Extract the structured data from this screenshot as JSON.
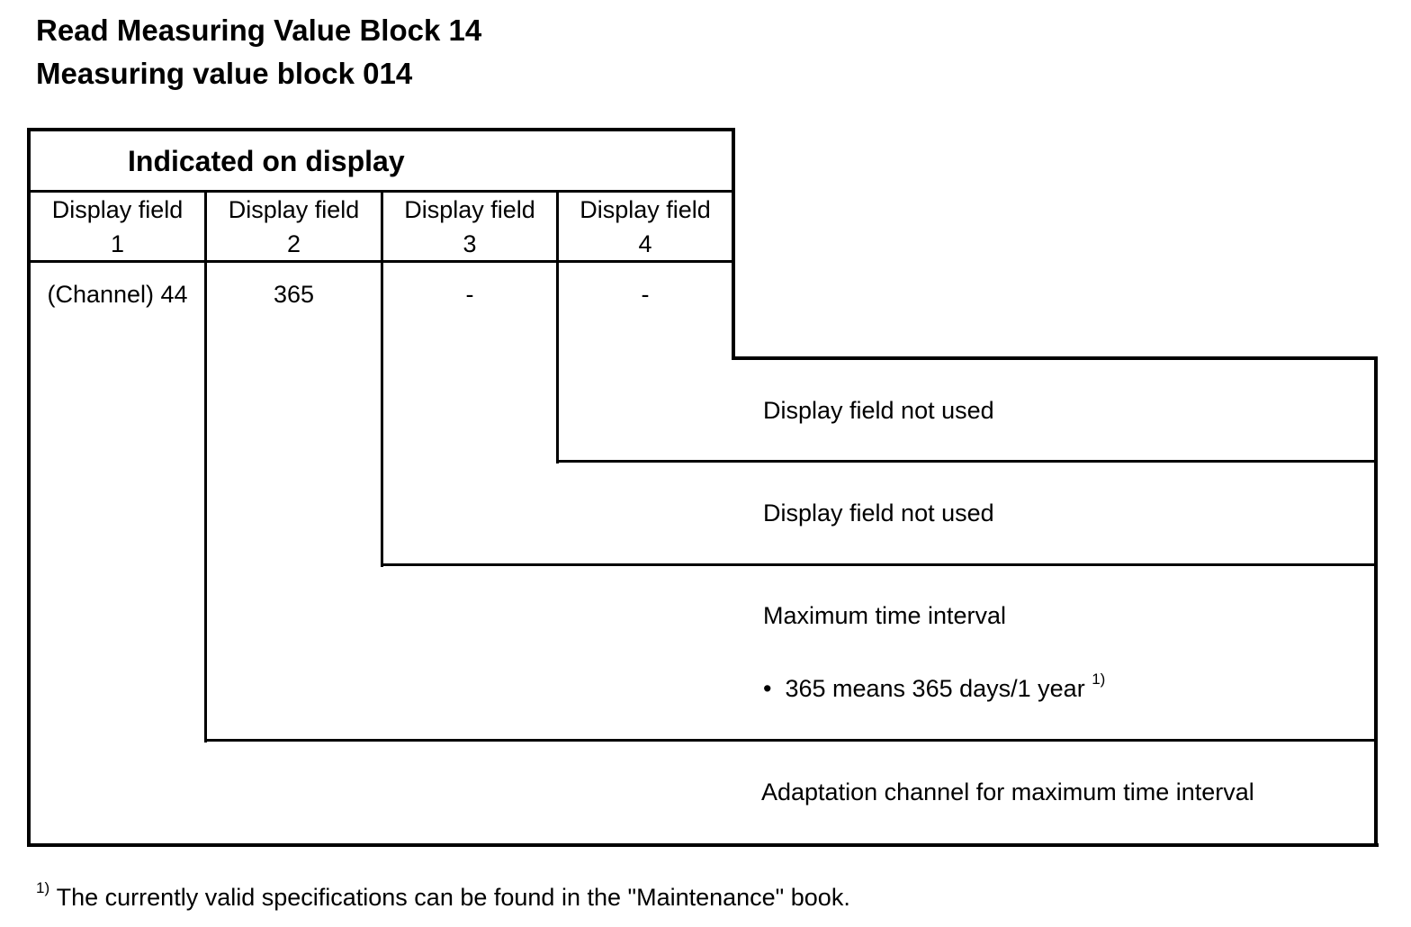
{
  "header": {
    "title_line1": "Read Measuring Value Block 14",
    "title_line2": "Measuring value block 014"
  },
  "table": {
    "group_header": "Indicated on display",
    "field_headers": [
      {
        "line1": "Display field",
        "line2": "1"
      },
      {
        "line1": "Display field",
        "line2": "2"
      },
      {
        "line1": "Display field",
        "line2": "3"
      },
      {
        "line1": "Display field",
        "line2": "4"
      }
    ],
    "values": [
      "(Channel) 44",
      "365",
      "-",
      "-"
    ]
  },
  "descriptions": {
    "field4": "Display field not used",
    "field3": "Display field not used",
    "field2_title": "Maximum time interval",
    "field2_bullet_marker": "•",
    "field2_bullet": "365 means 365 days/1 year",
    "field2_bullet_sup": "1)",
    "field1": "Adaptation channel for maximum time interval"
  },
  "footnote": {
    "marker": "1)",
    "text": "The currently valid specifications can be found in the \"Maintenance\" book."
  }
}
